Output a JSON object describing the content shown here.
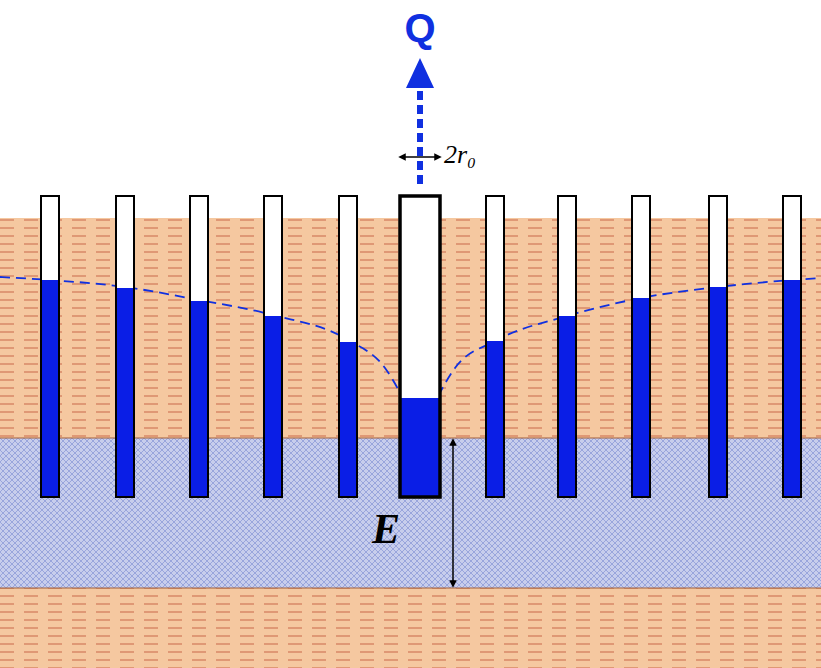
{
  "diagram": {
    "labels": [
      "Q",
      "2r₀",
      "E"
    ]
  }
}
